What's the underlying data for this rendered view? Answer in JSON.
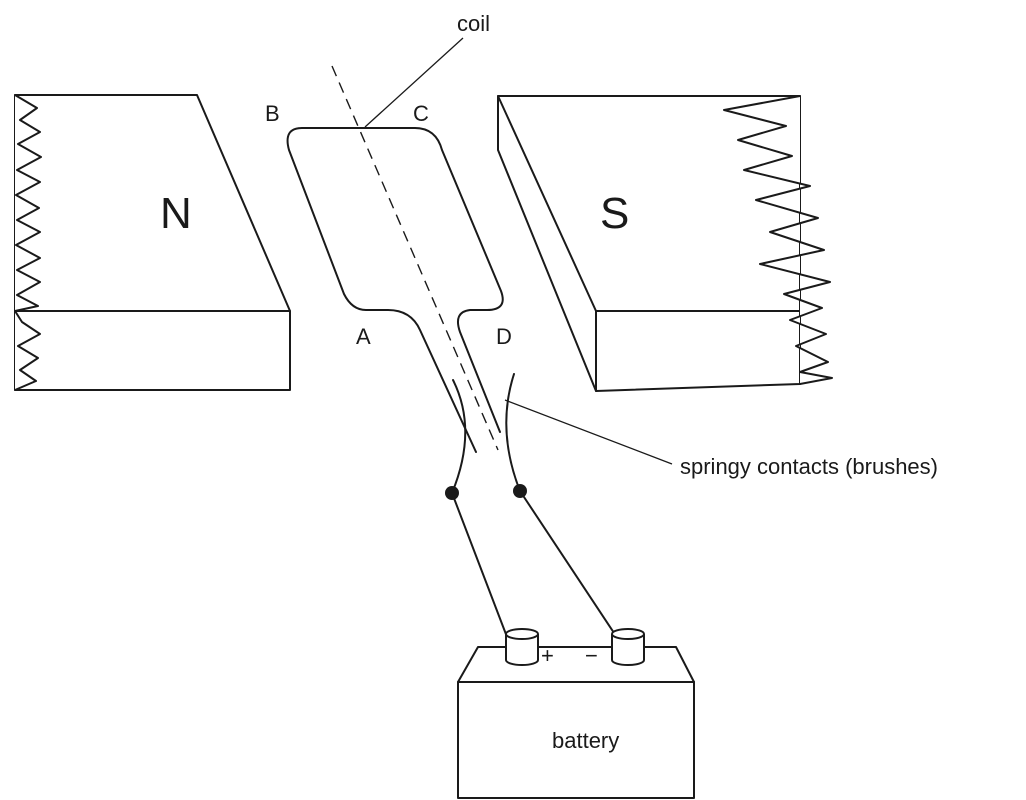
{
  "labels": {
    "coil": "coil",
    "brushes": "springy contacts (brushes)",
    "battery": "battery",
    "north_pole": "N",
    "south_pole": "S",
    "corner_a": "A",
    "corner_b": "B",
    "corner_c": "C",
    "corner_d": "D",
    "terminal_plus": "+",
    "terminal_minus": "−"
  }
}
